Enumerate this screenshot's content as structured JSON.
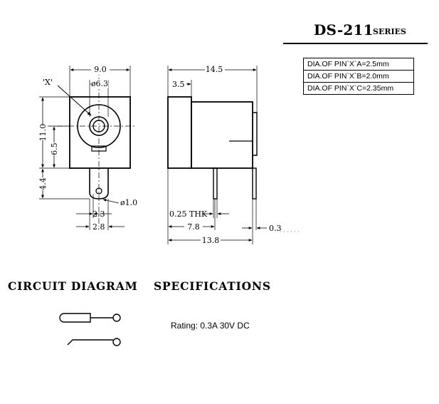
{
  "header": {
    "model": "DS-211",
    "series": "SERIES"
  },
  "pin_table": [
    "DIA.OF PIN`X`A=2.5mm",
    "DIA.OF PIN`X`B=2.0mm",
    "DIA.OF PIN`X`C=2.35mm"
  ],
  "dimensions": {
    "front_width": "9.0",
    "hole_dia": "ø6.3",
    "pin_callout": "'X'",
    "body_height": "11.0",
    "center_height": "6.5",
    "pin_length": "4.4",
    "pin_hole_dia": "ø1.0",
    "pin_width_a": "2.3",
    "pin_width_b": "2.8",
    "side_length": "14.5",
    "front_depth": "3.5",
    "thickness": "0.25 THK",
    "lead_pos_1": "7.8",
    "lead_pos_2": "13.8",
    "lead_offset": "0.3"
  },
  "sections": {
    "circuit": "CIRCUIT  DIAGRAM",
    "specs": "SPECIFICATIONS"
  },
  "specs": {
    "rating": "Rating: 0.3A 30V DC"
  }
}
